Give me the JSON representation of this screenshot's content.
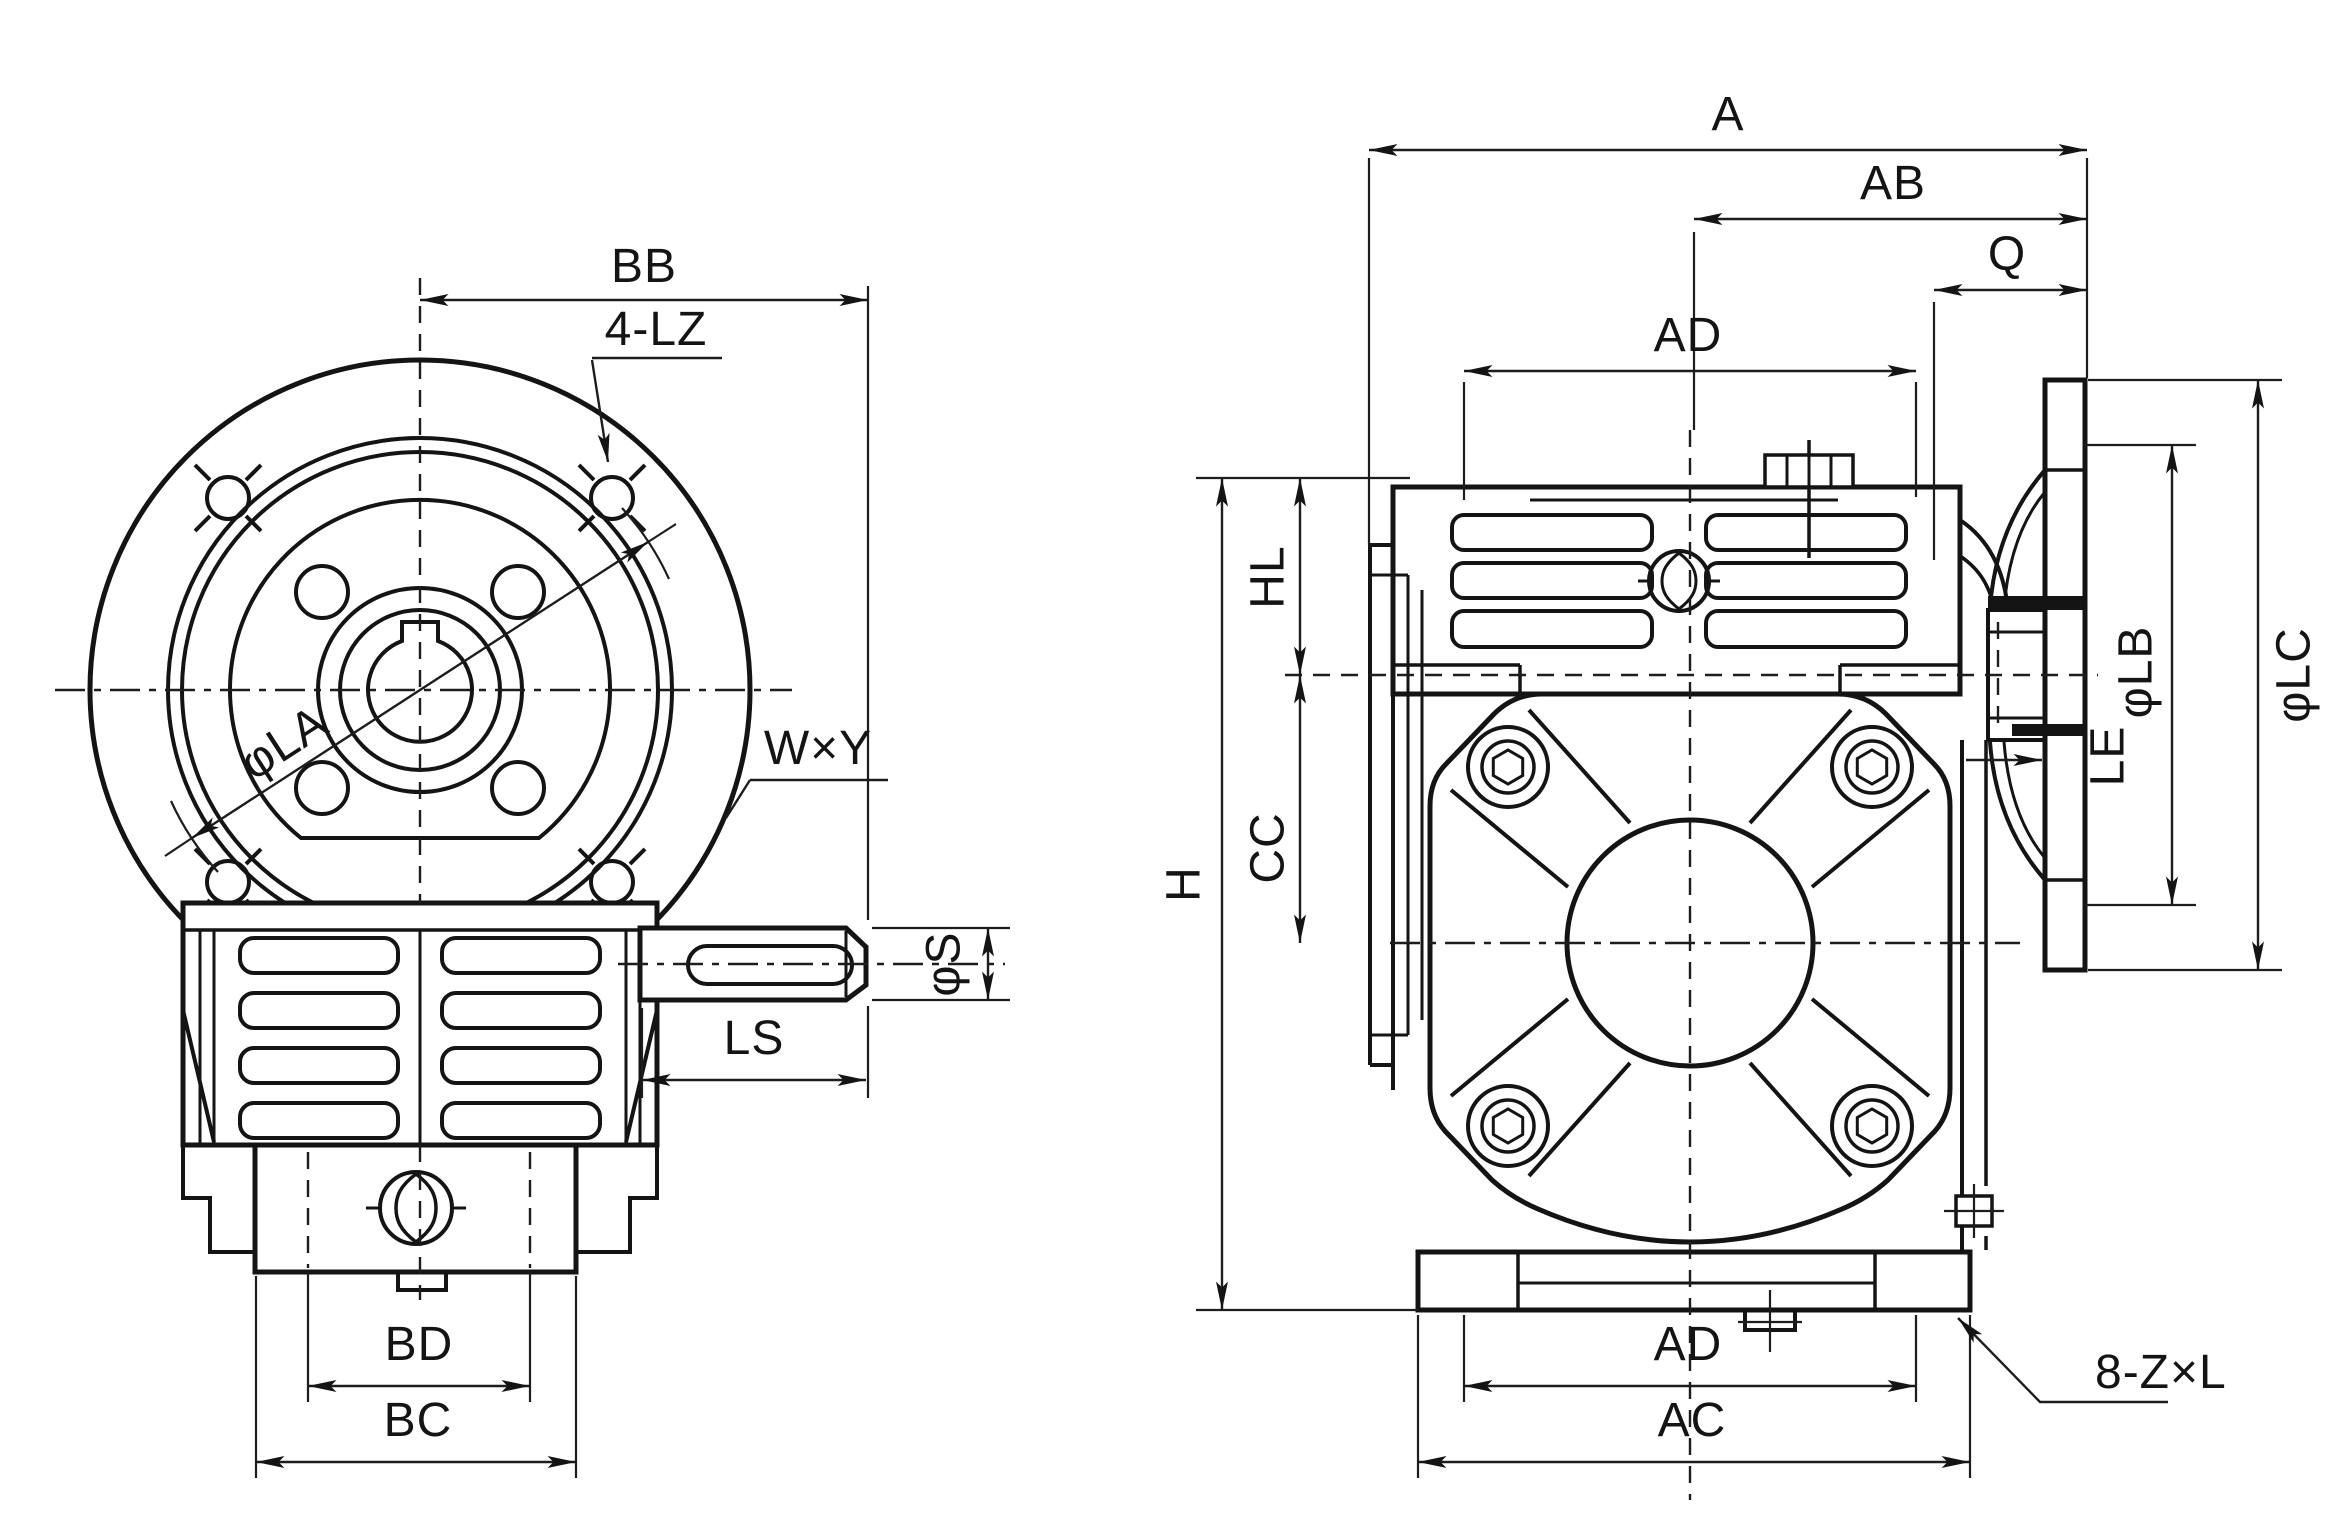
{
  "drawing": {
    "type": "technical-dimension-drawing",
    "subject": "worm-gearbox-two-views",
    "colors": {
      "ink": "#141414",
      "paper": "#ffffff"
    },
    "views": {
      "front": {
        "dims": {
          "bb": "BB",
          "lz": "4-LZ",
          "la": "φLA",
          "wy": "W×Y",
          "s": "φS",
          "ls": "LS",
          "bd": "BD",
          "bc": "BC"
        }
      },
      "side": {
        "dims": {
          "a": "A",
          "ab": "AB",
          "q": "Q",
          "ad_top": "AD",
          "hl": "HL",
          "cc": "CC",
          "h": "H",
          "lb": "φLB",
          "lc": "φLC",
          "le": "LE",
          "ad_bottom": "AD",
          "ac": "AC",
          "zl": "8-Z×L"
        }
      }
    }
  }
}
